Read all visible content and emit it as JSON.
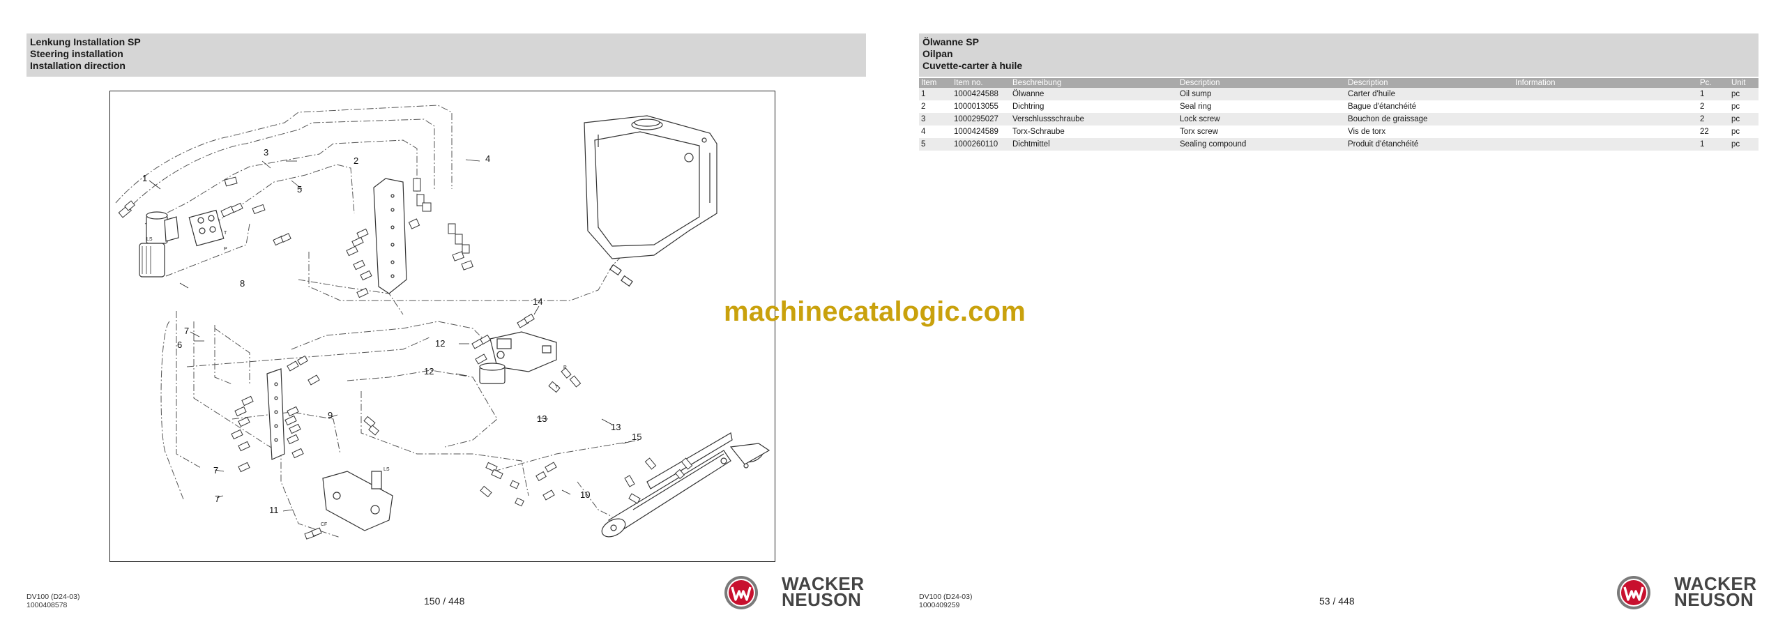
{
  "left_page": {
    "title_lines": [
      "Lenkung Installation SP",
      "Steering installation",
      "Installation direction"
    ],
    "callouts": [
      "1",
      "2",
      "3",
      "4",
      "5",
      "6",
      "7",
      "7",
      "7",
      "8",
      "9",
      "10",
      "11",
      "12",
      "12",
      "13",
      "13",
      "14",
      "15"
    ],
    "port_labels": [
      "LS",
      "T",
      "P",
      "LS",
      "CF",
      "P",
      "T"
    ],
    "doc_info": [
      "DV100 (D24-03)",
      "1000408578"
    ],
    "page_number": "150 / 448",
    "logo_lines": [
      "WACKER",
      "NEUSON"
    ]
  },
  "right_page": {
    "title_lines": [
      "Ölwanne SP",
      "Oilpan",
      "Cuvette-carter à huile"
    ],
    "table_headers": [
      "Item",
      "Item no.",
      "Beschreibung",
      "Description",
      "Description",
      "Information",
      "Pc.",
      "Unit"
    ],
    "rows": [
      [
        "1",
        "1000424588",
        "Ölwanne",
        "Oil sump",
        "Carter d'huile",
        "",
        "1",
        "pc"
      ],
      [
        "2",
        "1000013055",
        "Dichtring",
        "Seal ring",
        "Bague d'étanchéité",
        "",
        "2",
        "pc"
      ],
      [
        "3",
        "1000295027",
        "Verschlussschraube",
        "Lock screw",
        "Bouchon de graissage",
        "",
        "2",
        "pc"
      ],
      [
        "4",
        "1000424589",
        "Torx-Schraube",
        "Torx screw",
        "Vis de torx",
        "",
        "22",
        "pc"
      ],
      [
        "5",
        "1000260110",
        "Dichtmittel",
        "Sealing compound",
        "Produit d'étanchéité",
        "",
        "1",
        "pc"
      ]
    ],
    "doc_info": [
      "DV100 (D24-03)",
      "1000409259"
    ],
    "page_number": "53 / 448",
    "logo_lines": [
      "WACKER",
      "NEUSON"
    ]
  },
  "watermark": "machinecatalogic.com",
  "colors": {
    "header_bg": "#d6d6d6",
    "table_header_bg": "#a9a9a9",
    "row_shade": "#ebebeb",
    "watermark": "#c9a10c",
    "logo_red": "#c8102e"
  }
}
